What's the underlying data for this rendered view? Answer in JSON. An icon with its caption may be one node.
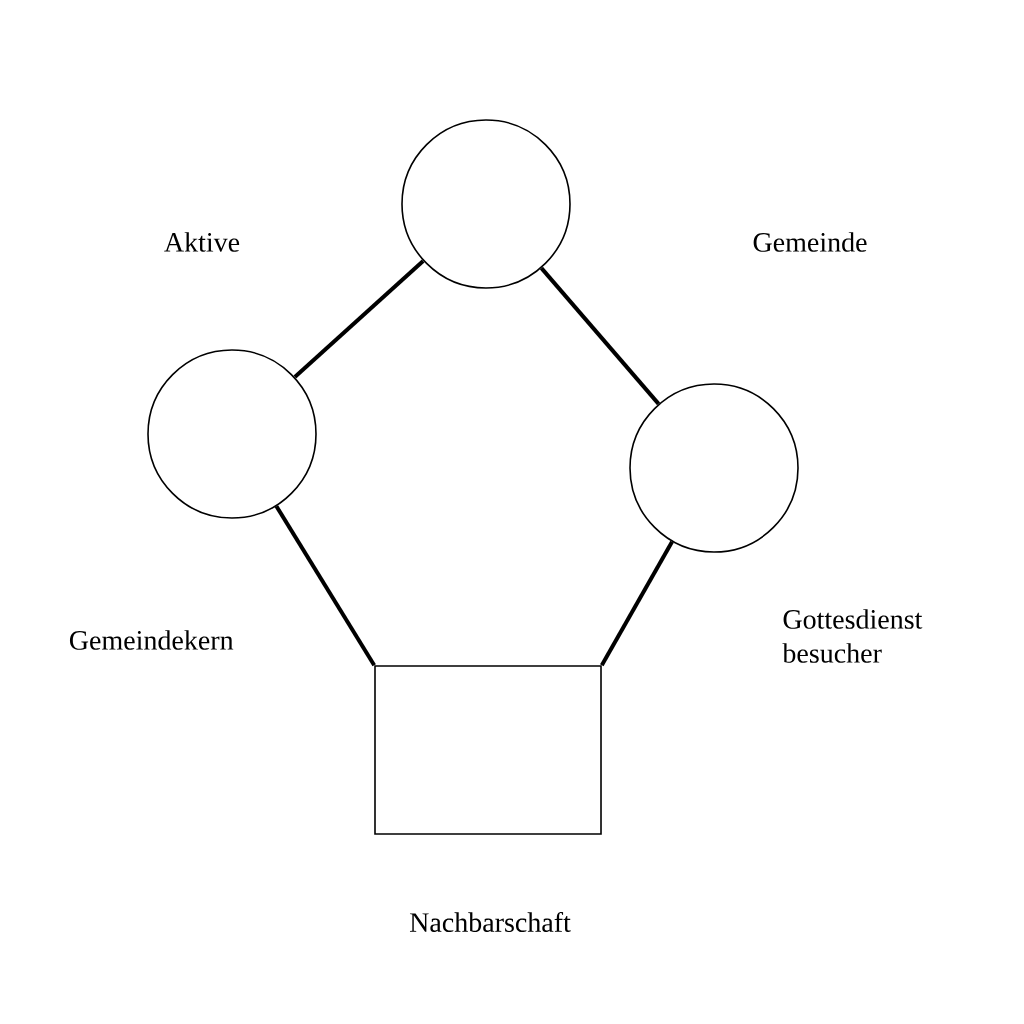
{
  "diagram": {
    "nodes": [
      {
        "text": [],
        "shape": "circle"
      },
      {
        "text": [],
        "shape": "circle"
      },
      {
        "text": [],
        "shape": "circle"
      },
      {
        "text": [],
        "shape": "box"
      }
    ],
    "edges": [
      {
        "from": 0,
        "to": 1,
        "arrow": "none"
      },
      {
        "from": 0,
        "to": 2,
        "arrow": "none"
      },
      {
        "from": 1,
        "to": 3,
        "arrow": "none"
      },
      {
        "from": 2,
        "to": 3,
        "arrow": "none"
      }
    ],
    "labels": [
      "Aktive",
      "Gemeinde",
      "Gemeindekern",
      "Gottesdienst besucher",
      "Nachbarschaft"
    ]
  }
}
